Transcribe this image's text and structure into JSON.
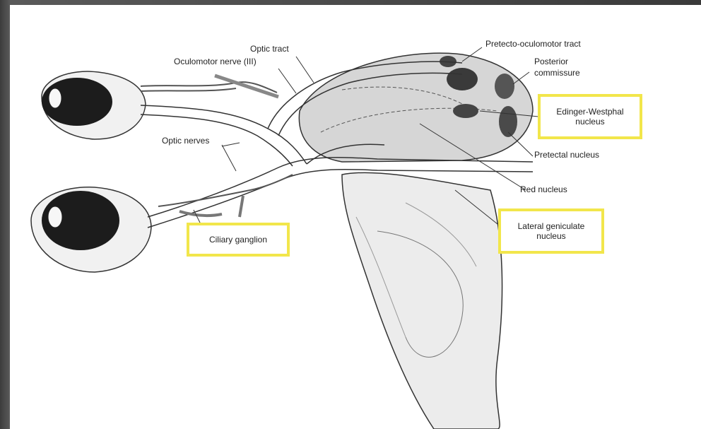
{
  "labels": {
    "optic_tract": "Optic tract",
    "oculomotor_nerve": "Oculomotor nerve (III)",
    "pretecto_oculomotor_tract": "Pretecto-oculomotor tract",
    "posterior_commissure_1": "Posterior",
    "posterior_commissure_2": "commissure",
    "optic_nerves": "Optic nerves",
    "pretectal_nucleus": "Pretectal nucleus",
    "red_nucleus": "Red nucleus",
    "edinger_westphal": "Edinger-Westphal\nnucleus",
    "lateral_geniculate": "Lateral geniculate\nnucleus",
    "ciliary_ganglion": "Ciliary ganglion"
  },
  "colors": {
    "highlight_box": "#f2e64b",
    "ink": "#222222",
    "frame": "#4a4a4a"
  }
}
